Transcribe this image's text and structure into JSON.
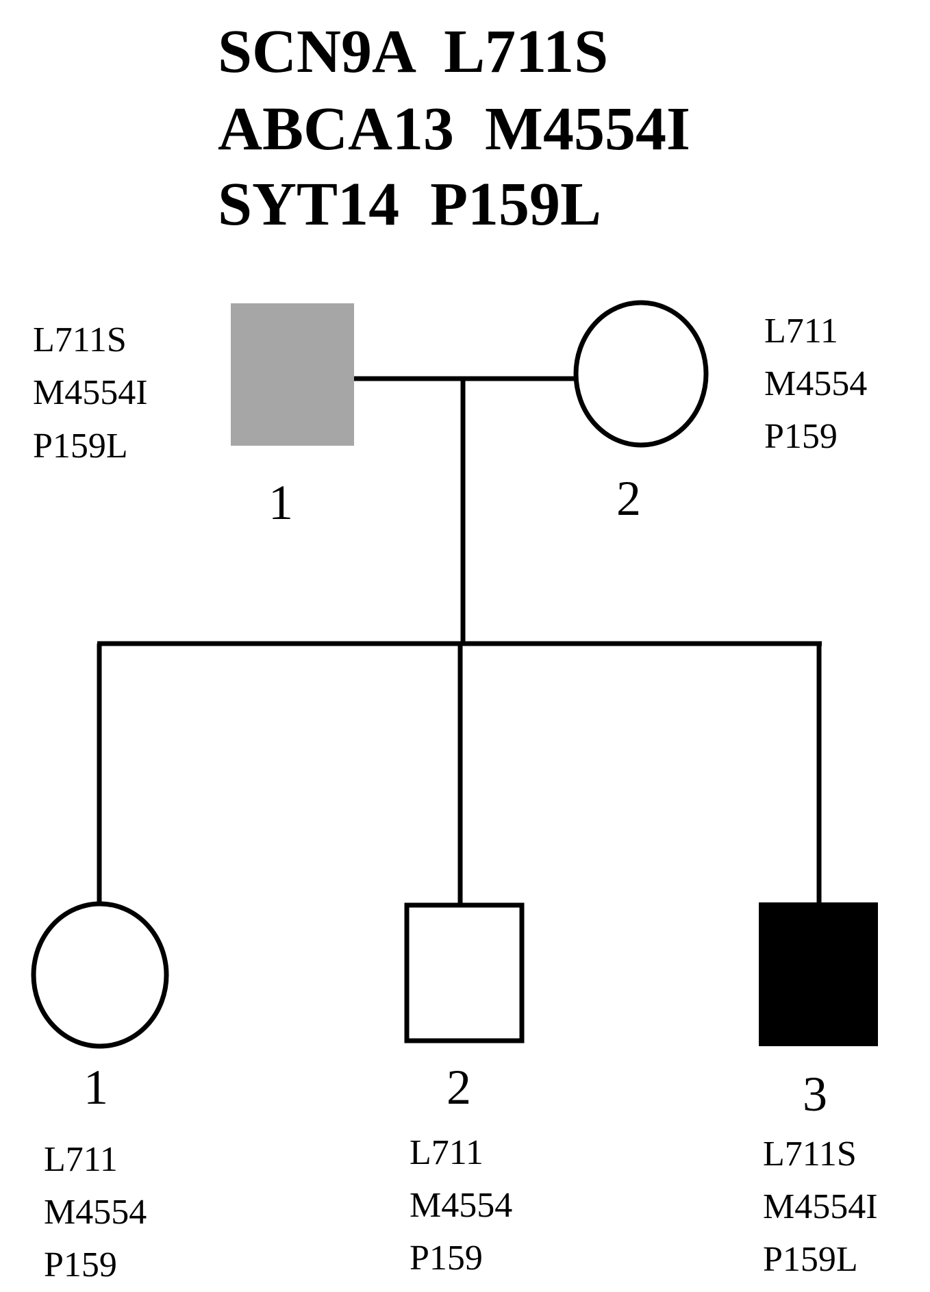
{
  "title_lines": [
    "SCN9A  L711S",
    "ABCA13  M4554I",
    "SYT14  P159L"
  ],
  "generation1": [
    {
      "id": "1",
      "sex": "male",
      "status": "gray",
      "fill": "#a6a6a6",
      "genotype": [
        "L711S",
        "M4554I",
        "P159L"
      ]
    },
    {
      "id": "2",
      "sex": "female",
      "status": "unaffected",
      "fill": "#ffffff",
      "genotype": [
        "L711",
        "M4554",
        "P159"
      ]
    }
  ],
  "generation2": [
    {
      "id": "1",
      "sex": "female",
      "status": "unaffected",
      "fill": "#ffffff",
      "genotype": [
        "L711",
        "M4554",
        "P159"
      ]
    },
    {
      "id": "2",
      "sex": "male",
      "status": "unaffected",
      "fill": "#ffffff",
      "genotype": [
        "L711",
        "M4554",
        "P159"
      ]
    },
    {
      "id": "3",
      "sex": "male",
      "status": "affected",
      "fill": "#000000",
      "genotype": [
        "L711S",
        "M4554I",
        "P159L"
      ]
    }
  ]
}
